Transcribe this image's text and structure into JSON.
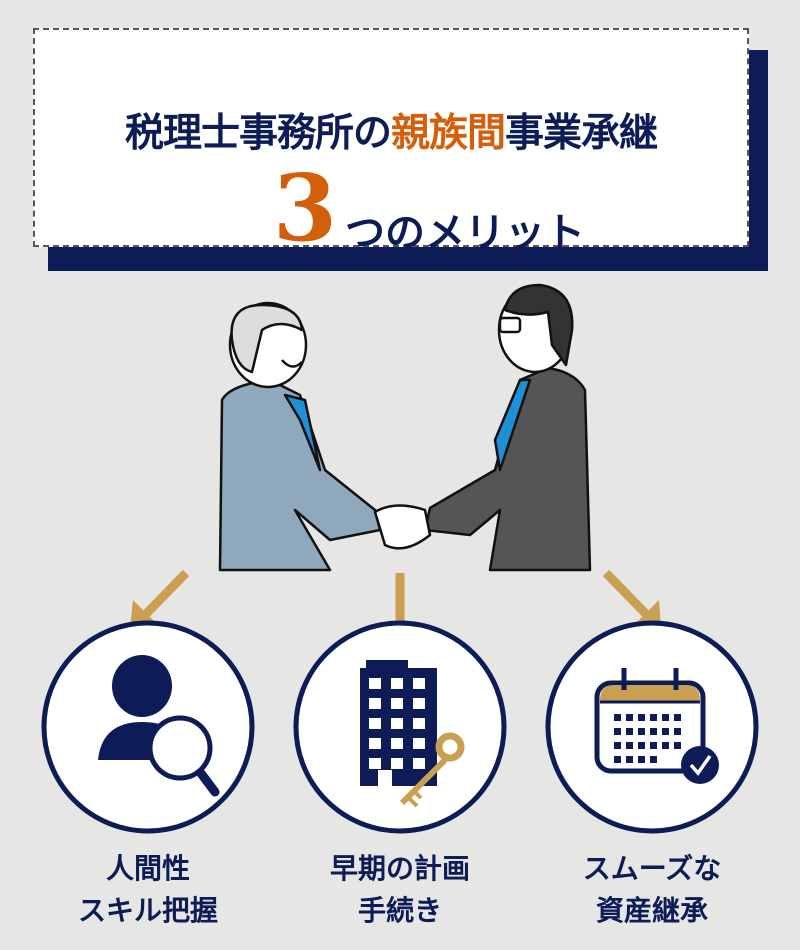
{
  "title": {
    "line1_before": "税理士事務所の",
    "line1_highlight": "親族間",
    "line1_after": "事業承継",
    "number": "3",
    "line2": "つのメリット"
  },
  "merits": [
    {
      "icon": "person-magnifier-icon",
      "line1": "人間性",
      "line2": "スキル把握"
    },
    {
      "icon": "building-key-icon",
      "line1": "早期の計画",
      "line2": "手続き"
    },
    {
      "icon": "calendar-check-icon",
      "line1": "スムーズな",
      "line2": "資産継承"
    }
  ],
  "colors": {
    "navy": "#0d1b57",
    "orange": "#d45f0a",
    "gold": "#c9a052",
    "background": "#e6e6e4"
  }
}
